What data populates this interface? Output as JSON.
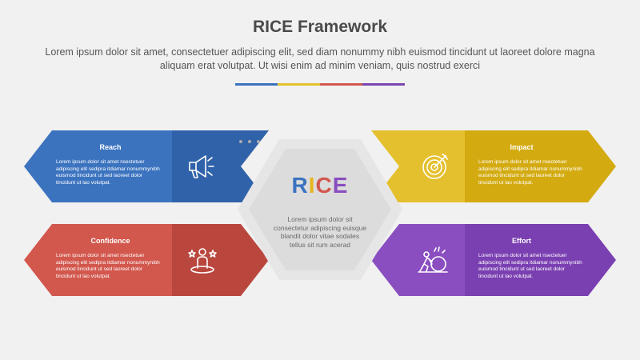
{
  "header": {
    "title": "RICE Framework",
    "subtitle": "Lorem ipsum dolor sit amet, consectetuer adipiscing elit, sed diam nonummy nibh euismod tincidunt ut laoreet dolore magna aliquam erat volutpat. Ut wisi enim ad minim veniam, quis nostrud exerci"
  },
  "accent_colors": [
    "#3b73bf",
    "#e5c02e",
    "#d2574d",
    "#7b45b1"
  ],
  "center": {
    "letters": [
      {
        "char": "R",
        "color": "#3b73bf"
      },
      {
        "char": "I",
        "color": "#e6b41c"
      },
      {
        "char": "C",
        "color": "#d2574d"
      },
      {
        "char": "E",
        "color": "#8a4ec0"
      }
    ],
    "text": "Lorem ipsum dolor sit consectetur adipiscing euisque blandit dolor vitae sodales tellus sit rum acerad"
  },
  "cards": {
    "reach": {
      "title": "Reach",
      "body": "Lorem ipsum dolor sit amet nsectetuer adipiscing elit sedipra itdiamar nonummynibh euismod tincidunt ut sed laoreet dolor tincidunt ut lao volutpat.",
      "icon": "megaphone-icon",
      "color": "#3b73bf",
      "color_dark": "#2f62a9"
    },
    "impact": {
      "title": "Impact",
      "body": "Lorem ipsum dolor sit amet nsectetuer adipiscing elit sedipra itdiamar nonummynibh euismod tincidunt ut sed laoreet dolor tincidunt ut lao volutpat.",
      "icon": "target-icon",
      "color": "#e5c02e",
      "color_dark": "#d3aa10"
    },
    "confidence": {
      "title": "Confidence",
      "body": "Lorem ipsum dolor sit amet nsectetuer adipiscing elit sedipra itdiamar nonummynibh euismod tincidunt ut sed laoreet dolor tincidunt ut lao volutpat.",
      "icon": "person-stars-icon",
      "color": "#d2574d",
      "color_dark": "#b9473e"
    },
    "effort": {
      "title": "Effort",
      "body": "Lorem ipsum dolor sit amet nsectetuer adipiscing elit sedipra itdiamar nonummynibh euismod tincidunt ut sed laoreet dolor tincidunt ut lao volutpat.",
      "icon": "pushing-boulder-icon",
      "color": "#8a4ec0",
      "color_dark": "#7a3fb1"
    }
  }
}
